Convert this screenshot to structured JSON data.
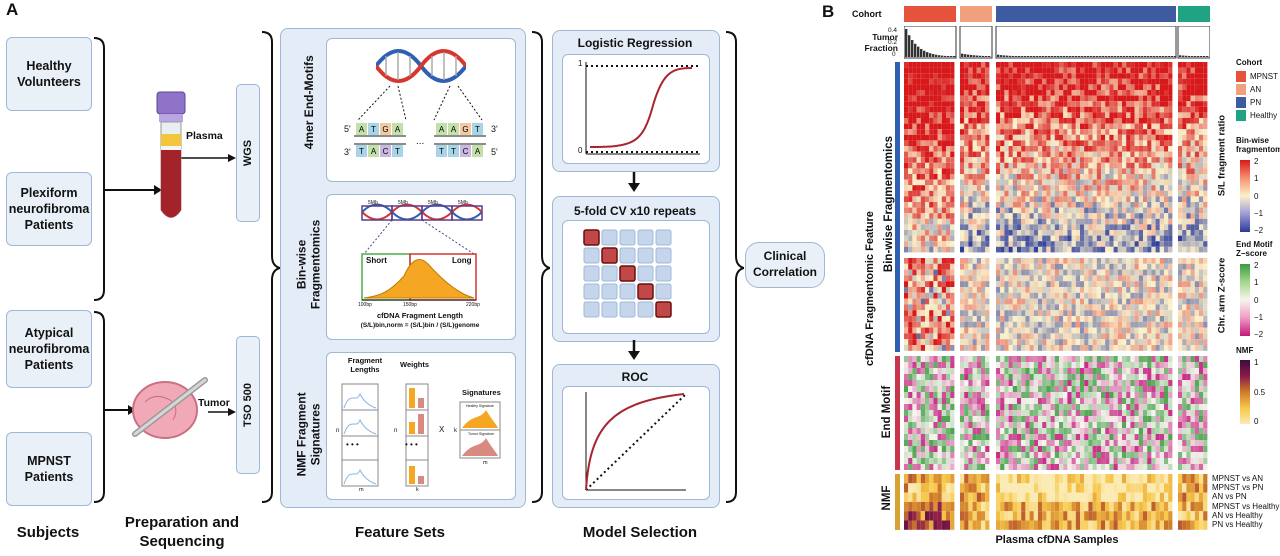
{
  "panel_a": {
    "letter": "A",
    "subjects": [
      "Healthy Volunteers",
      "Plexiform neurofibroma Patients",
      "Atypical neurofibroma Patients",
      "MPNST Patients"
    ],
    "plasma_label": "Plasma",
    "tumor_label": "Tumor",
    "wgs_label": "WGS",
    "tso_label": "TSO 500",
    "feature_sets": {
      "endmotifs_label": "4mer End-Motifs",
      "binwise_label": "Bin-wise Fragmentomics",
      "nmf_label": "NMF Fragment Signatures",
      "dna_5prime_left": "5'",
      "dna_3prime_left": "3'",
      "dna_3prime_right": "3'",
      "dna_5prime_right": "5'",
      "ellipsis": "...",
      "bases_top_left": [
        "A",
        "T",
        "G",
        "A"
      ],
      "bases_bottom_left": [
        "T",
        "A",
        "C",
        "T"
      ],
      "bases_top_right": [
        "A",
        "A",
        "G",
        "T"
      ],
      "bases_bottom_right": [
        "T",
        "T",
        "C",
        "A"
      ],
      "mb_labels": [
        "5Mb",
        "5Mb",
        "5Mb",
        "5Mb"
      ],
      "short_label": "Short",
      "long_label": "Long",
      "bp_ticks": [
        "100bp",
        "150bp",
        "220bp"
      ],
      "frag_length_label": "cfDNA Fragment Length",
      "formula": "(S/L)bin,norm = (S/L)bin / (S/L)genome",
      "fragment_lengths_label": "Fragment Lengths",
      "weights_label": "Weights",
      "signatures_label": "Signatures",
      "n_label": "n",
      "m_label": "m",
      "k_label": "k",
      "x_label": "X",
      "dots": "• • •",
      "healthy_sig": "Healthy Signature",
      "tumor_sig": "Tumor Signature"
    },
    "model": {
      "logreg_title": "Logistic Regression",
      "tick_1": "1",
      "tick_0": "0",
      "cv_title": "5-fold CV x10 repeats",
      "roc_title": "ROC"
    },
    "clinical": "Clinical Correlation",
    "footer": [
      "Subjects",
      "Preparation and Sequencing",
      "Feature Sets",
      "Model Selection"
    ]
  },
  "panel_b": {
    "letter": "B",
    "cohort_label": "Cohort",
    "tumor_fraction_label": "Tumor Fraction",
    "tf_ticks": [
      "0.4",
      "0.2",
      "0"
    ],
    "y_title": "cfDNA Fragmentomic Feature",
    "row_groups": [
      "Bin-wise Fragmentomics",
      "End Motif",
      "NMF"
    ],
    "right_labels": [
      "S/L fragment ratio",
      "Chr. arm Z-score"
    ],
    "nmf_rows": [
      "MPNST vs AN",
      "MPNST vs PN",
      "AN vs PN",
      "MPNST vs Healthy",
      "AN vs Healthy",
      "PN vs Healthy"
    ],
    "x_title": "Plasma cfDNA Samples",
    "legend_cohort_title": "Cohort",
    "legend_cohort": [
      {
        "name": "MPNST",
        "color": "#e5533d"
      },
      {
        "name": "AN",
        "color": "#f0a07c"
      },
      {
        "name": "PN",
        "color": "#3e5aa1"
      },
      {
        "name": "Healthy",
        "color": "#1fa383"
      }
    ],
    "legend_bin_title": "Bin-wise fragmentomics",
    "legend_bin_ticks": [
      "2",
      "1",
      "0",
      "−1",
      "−2"
    ],
    "legend_motif_title": "End Motif Z−score",
    "legend_motif_ticks": [
      "2",
      "1",
      "0",
      "−1",
      "−2"
    ],
    "legend_nmf_title": "NMF",
    "legend_nmf_ticks": [
      "1",
      "0.5",
      "0"
    ]
  }
}
